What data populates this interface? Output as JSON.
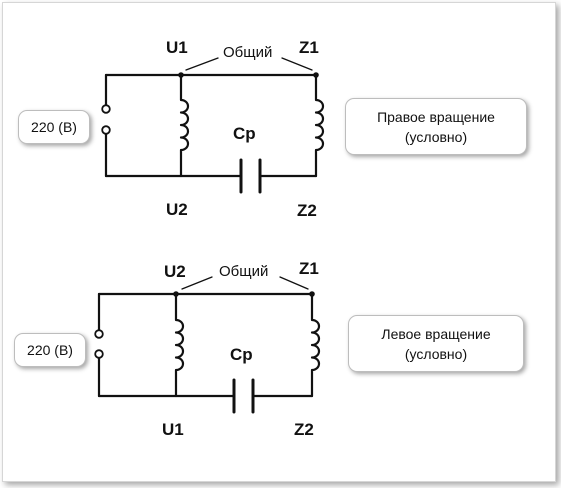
{
  "diagrams": [
    {
      "top_left_label": "U1",
      "common_label": "Общий",
      "top_right_label": "Z1",
      "capacitor_label": "Cp",
      "bottom_left_label": "U2",
      "bottom_right_label": "Z2",
      "voltage_label": "220 (В)",
      "direction_line1": "Правое вращение",
      "direction_line2": "(условно)"
    },
    {
      "top_left_label": "U2",
      "common_label": "Общий",
      "top_right_label": "Z1",
      "capacitor_label": "Cp",
      "bottom_left_label": "U1",
      "bottom_right_label": "Z2",
      "voltage_label": "220 (В)",
      "direction_line1": "Левое вращение",
      "direction_line2": "(условно)"
    }
  ]
}
